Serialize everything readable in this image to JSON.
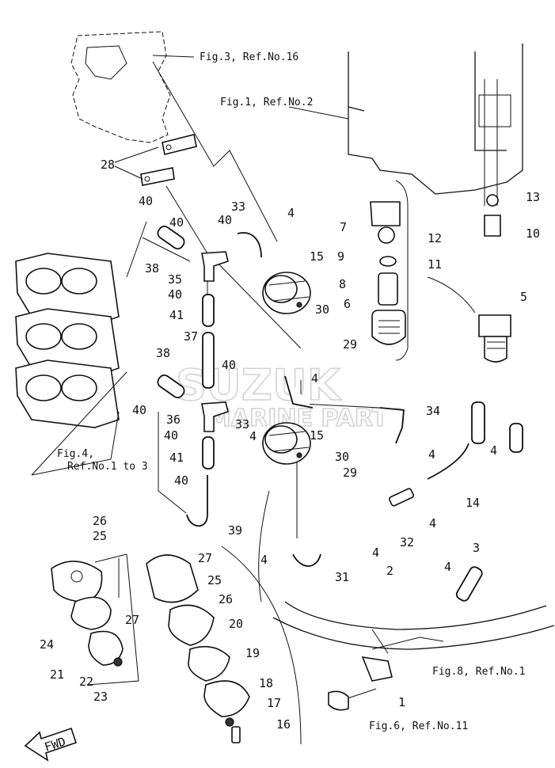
{
  "refs": {
    "fig3": "Fig.3, Ref.No.16",
    "fig1": "Fig.1, Ref.No.2",
    "fig4_line1": "Fig.4,",
    "fig4_line2": "Ref.No.1 to 3",
    "fig8": "Fig.8, Ref.No.1",
    "fig6": "Fig.6, Ref.No.11"
  },
  "watermark": {
    "brand": "SUZUK",
    "sub": "MARINE PARTS"
  },
  "fwd_label": "FWD",
  "callouts": {
    "c1": "1",
    "c2": "2",
    "c3": "3",
    "c4": "4",
    "c5": "5",
    "c6": "6",
    "c7": "7",
    "c8": "8",
    "c9": "9",
    "c10": "10",
    "c11": "11",
    "c12": "12",
    "c13": "13",
    "c14": "14",
    "c15": "15",
    "c16": "16",
    "c17": "17",
    "c18": "18",
    "c19": "19",
    "c20": "20",
    "c21": "21",
    "c22": "22",
    "c23": "23",
    "c24": "24",
    "c25": "25",
    "c26": "26",
    "c27": "27",
    "c28": "28",
    "c29": "29",
    "c30": "30",
    "c31": "31",
    "c32": "32",
    "c33": "33",
    "c34": "34",
    "c35": "35",
    "c36": "36",
    "c37": "37",
    "c38": "38",
    "c39": "39",
    "c40": "40",
    "c41": "41"
  }
}
